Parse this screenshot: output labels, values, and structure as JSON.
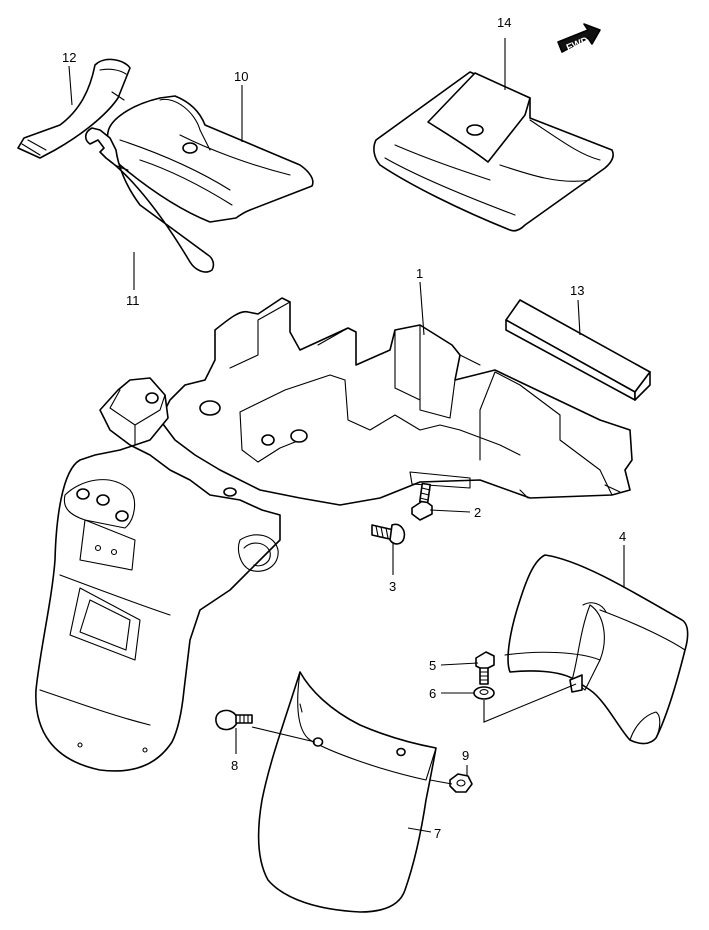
{
  "fwd_label": "FWD",
  "callouts": [
    {
      "id": "1",
      "label": "1"
    },
    {
      "id": "2",
      "label": "2"
    },
    {
      "id": "3",
      "label": "3"
    },
    {
      "id": "4",
      "label": "4"
    },
    {
      "id": "5",
      "label": "5"
    },
    {
      "id": "6",
      "label": "6"
    },
    {
      "id": "7",
      "label": "7"
    },
    {
      "id": "8",
      "label": "8"
    },
    {
      "id": "9",
      "label": "9"
    },
    {
      "id": "10",
      "label": "10"
    },
    {
      "id": "11",
      "label": "11"
    },
    {
      "id": "12",
      "label": "12"
    },
    {
      "id": "13",
      "label": "13"
    },
    {
      "id": "14",
      "label": "14"
    }
  ]
}
